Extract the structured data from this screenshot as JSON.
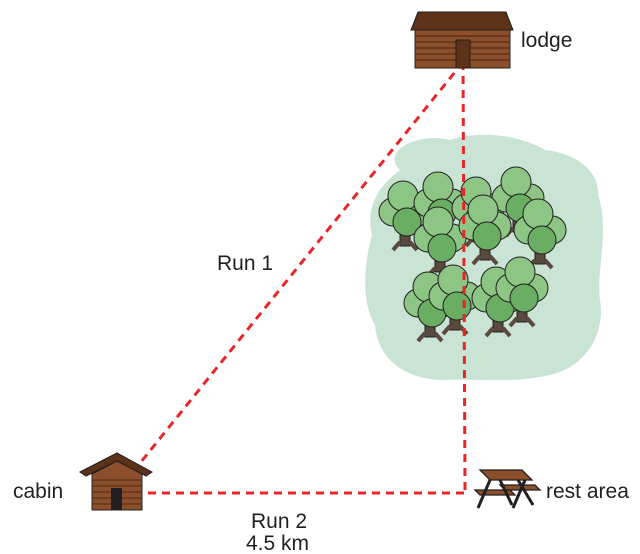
{
  "labels": {
    "lodge": "lodge",
    "cabin": "cabin",
    "rest_area": "rest area",
    "run1": "Run 1",
    "run2": "Run 2",
    "run2_distance": "4.5 km"
  },
  "colors": {
    "route": "#e8262a",
    "forest_patch": "#c9e4d4",
    "tree_leaf": "#8cc584",
    "tree_leaf_shade": "#6aae63",
    "tree_trunk": "#5a4a3e",
    "outline": "#231f20",
    "wood": "#8b4f2c",
    "wood_dark": "#5c3218"
  },
  "icons": {
    "lodge": "log-lodge-icon",
    "cabin": "log-cabin-icon",
    "rest_area": "picnic-table-icon",
    "forest": "tree-cluster-icon"
  }
}
